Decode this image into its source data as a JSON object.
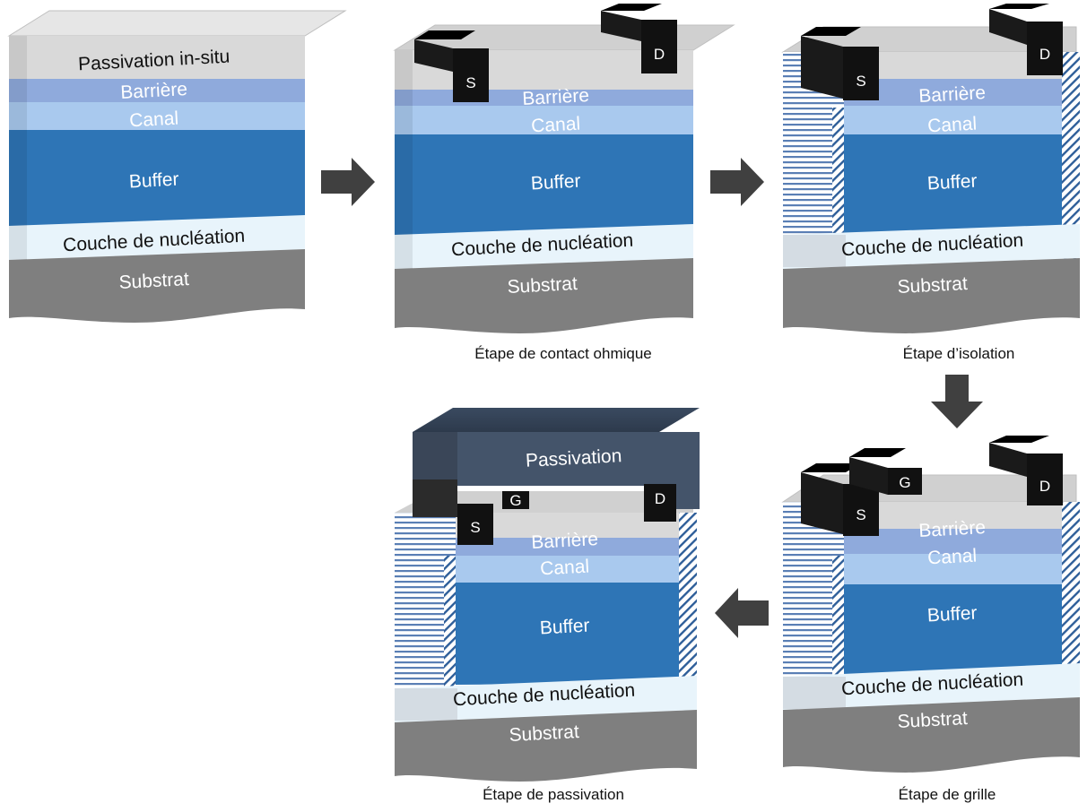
{
  "colors": {
    "passivation_insitu": "#d9d9d9",
    "barrier": "#8faadc",
    "channel": "#a9c9ee",
    "buffer": "#2e75b6",
    "nucleation": "#e8f4fb",
    "substrate": "#7f7f7f",
    "electrode": "#111111",
    "passivation_cap": "#44546a",
    "arrow": "#404040"
  },
  "layers": {
    "passivation_insitu": "Passivation in-situ",
    "barrier": "Barrière",
    "channel": "Canal",
    "buffer": "Buffer",
    "nucleation": "Couche de nucléation",
    "substrate": "Substrat"
  },
  "electrodes": {
    "source": "S",
    "drain": "D",
    "gate": "G"
  },
  "passivation_label": "Passivation",
  "steps": {
    "ohmic": "Étape de contact ohmique",
    "isolation": "Étape d’isolation",
    "gate": "Étape de grille",
    "passivation": "Étape de passivation"
  }
}
